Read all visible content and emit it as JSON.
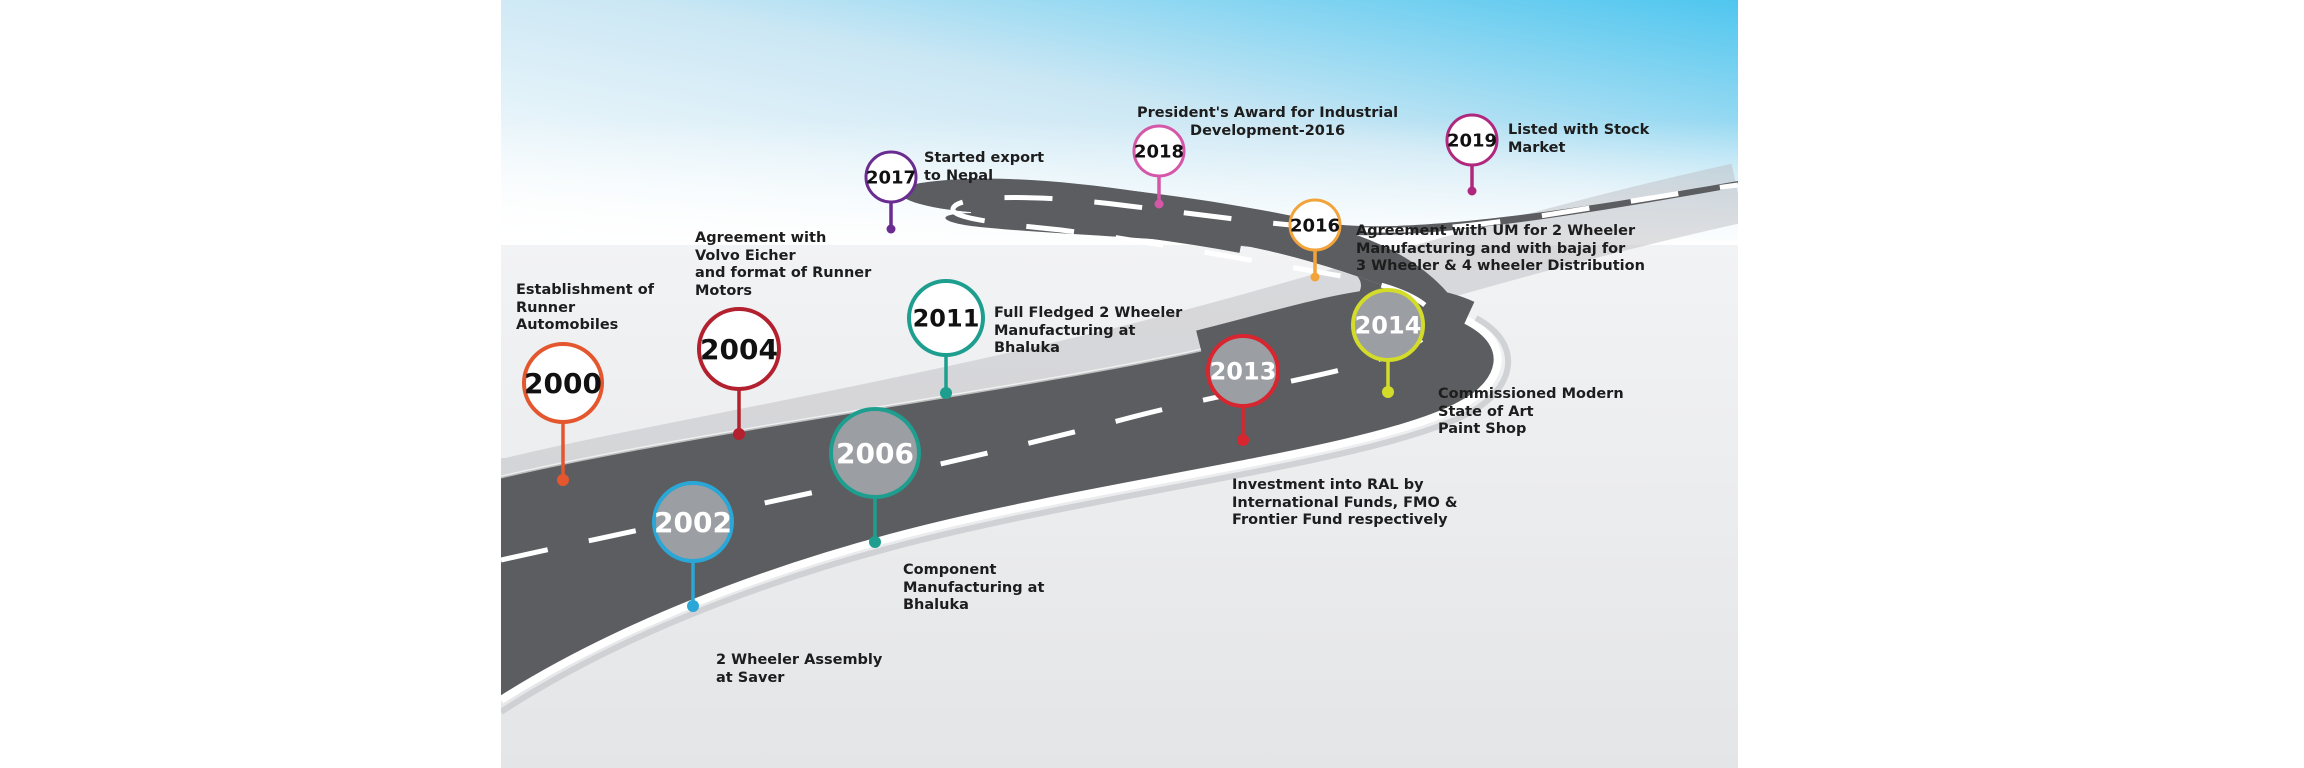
{
  "milestones": [
    {
      "year": "2000",
      "text": "Establishment of\nRunner\nAutomobiles",
      "color": "#e4572e",
      "fill": "#ffffff",
      "text_color": "#111111"
    },
    {
      "year": "2002",
      "text": "2 Wheeler Assembly\nat Saver",
      "color": "#2aa7d6",
      "fill": "#9b9ea3",
      "text_color": "#ffffff"
    },
    {
      "year": "2004",
      "text": "Agreement with\nVolvo Eicher\nand format of Runner\nMotors",
      "color": "#b3202e",
      "fill": "#ffffff",
      "text_color": "#111111"
    },
    {
      "year": "2006",
      "text": "Component\nManufacturing at\nBhaluka",
      "color": "#1e9e8e",
      "fill": "#9b9ea3",
      "text_color": "#ffffff"
    },
    {
      "year": "2011",
      "text": "Full Fledged 2 Wheeler\nManufacturing at\nBhaluka",
      "color": "#1e9e8e",
      "fill": "#ffffff",
      "text_color": "#111111"
    },
    {
      "year": "2013",
      "text": "Investment into RAL by\nInternational Funds, FMO &\nFrontier Fund respectively",
      "color": "#d7262f",
      "fill": "#9b9ea3",
      "text_color": "#ffffff"
    },
    {
      "year": "2014",
      "text": "Commissioned Modern\nState of Art\nPaint Shop",
      "color": "#d4dc2a",
      "fill": "#9b9ea3",
      "text_color": "#ffffff"
    },
    {
      "year": "2016",
      "text": "Agreement with UM for 2 Wheeler\nManufacturing and with bajaj for\n3 Wheeler & 4 wheeler Distribution",
      "color": "#f2a33a",
      "fill": "#ffffff",
      "text_color": "#111111"
    },
    {
      "year": "2017",
      "text": "Started export\nto Nepal",
      "color": "#6a2c91",
      "fill": "#ffffff",
      "text_color": "#111111"
    },
    {
      "year": "2018",
      "text": "President's Award for Industrial\nDevelopment-2016",
      "color": "#d457a8",
      "fill": "#ffffff",
      "text_color": "#111111"
    },
    {
      "year": "2019",
      "text": "Listed with Stock\nMarket",
      "color": "#b0287d",
      "fill": "#ffffff",
      "text_color": "#111111"
    }
  ]
}
